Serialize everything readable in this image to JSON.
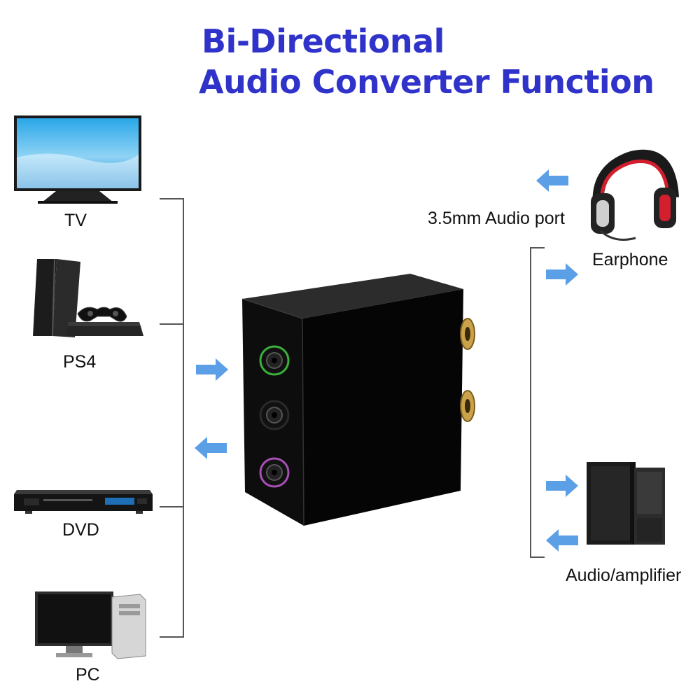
{
  "title": {
    "line1": "Bi-Directional",
    "line2": "Audio Converter Function"
  },
  "left_devices": [
    {
      "label": "TV",
      "icon": "tv-icon"
    },
    {
      "label": "PS4",
      "icon": "game-console-icon"
    },
    {
      "label": "DVD",
      "icon": "dvd-player-icon"
    },
    {
      "label": "PC",
      "icon": "desktop-pc-icon"
    }
  ],
  "right_devices": {
    "port_label": "3.5mm Audio port",
    "earphone_label": "Earphone",
    "amplifier_label": "Audio/amplifier"
  },
  "colors": {
    "title": "#3033c9",
    "arrow": "#5b9fe6",
    "converter_body": "#0b0b0b",
    "rca_gold": "#c9a24a",
    "jack_green": "#3cae3c",
    "jack_purple": "#a64fb5"
  }
}
